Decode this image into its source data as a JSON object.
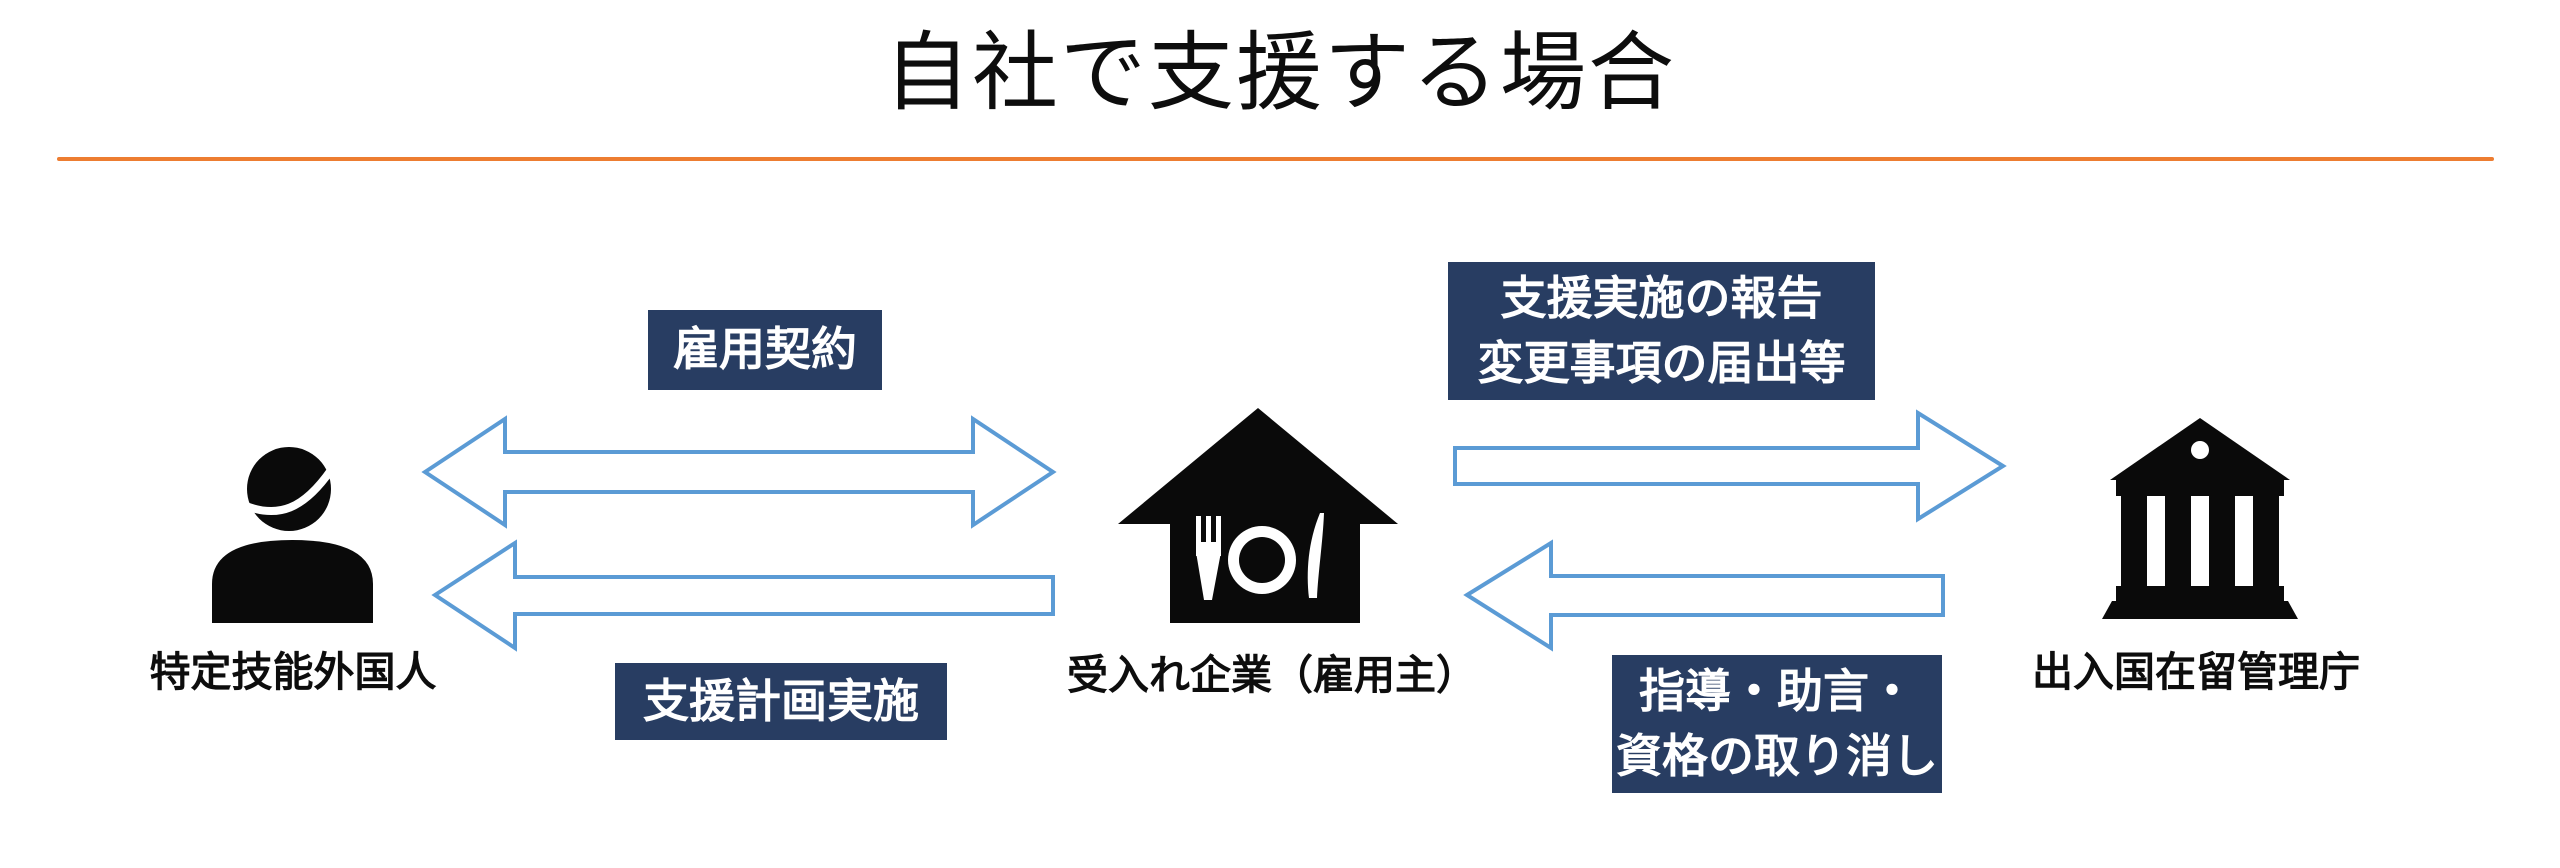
{
  "title": "自社で支援する場合",
  "colors": {
    "accent_orange": "#ED7D31",
    "label_navy": "#283D62",
    "arrow_blue": "#5B9BD5",
    "icon_black": "#0a0a0a",
    "text_black": "#0d0d0d"
  },
  "entities": {
    "worker": {
      "label": "特定技能外国人",
      "icon": "person-icon"
    },
    "company": {
      "label": "受入れ企業（雇用主）",
      "icon": "restaurant-house-icon"
    },
    "agency": {
      "label": "出入国在留管理庁",
      "icon": "government-building-icon"
    }
  },
  "relations": {
    "employment_contract": {
      "line1": "雇用契約",
      "direction": "bidirectional"
    },
    "support_plan": {
      "line1": "支援計画実施",
      "direction": "company-to-worker"
    },
    "report": {
      "line1": "支援実施の報告",
      "line2": "変更事項の届出等",
      "direction": "company-to-agency"
    },
    "guidance": {
      "line1": "指導・助言・",
      "line2": "資格の取り消し",
      "direction": "agency-to-company"
    }
  }
}
